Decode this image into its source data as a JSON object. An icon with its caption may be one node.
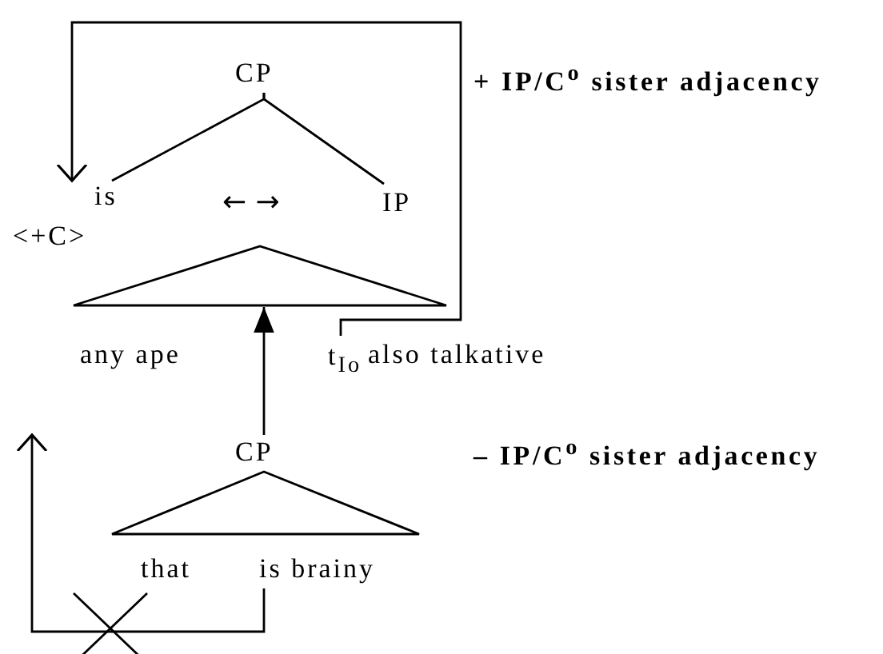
{
  "diagram": {
    "nodes": [
      {
        "text": [
          "CP"
        ]
      },
      {
        "text": [
          "is",
          "<+C>"
        ]
      },
      {
        "text": [
          "IP"
        ]
      },
      {
        "text": [],
        "shape": "triangle"
      },
      {
        "text": [
          "any ape"
        ]
      },
      {
        "text": [
          "t$_{Io}$"
        ]
      },
      {
        "text": [
          "also talkative"
        ]
      },
      {
        "text": [
          "CP"
        ]
      },
      {
        "text": [
          "that"
        ]
      },
      {
        "text": [
          "is brainy"
        ]
      }
    ],
    "edges": [
      {
        "from": 0,
        "to": 1,
        "arrow": "none"
      },
      {
        "from": 0,
        "to": 2,
        "arrow": "none"
      },
      {
        "from": 5,
        "to": 1,
        "arrow": "to"
      },
      {
        "from": 7,
        "to": 3,
        "arrow": "to"
      },
      {
        "from": 9,
        "to": null,
        "arrow": "to"
      }
    ],
    "labels": [
      "+ IP/C$^{o}$ sister adjacency",
      "← →",
      "– IP/C$^{o}$ sister adjacency"
    ]
  }
}
